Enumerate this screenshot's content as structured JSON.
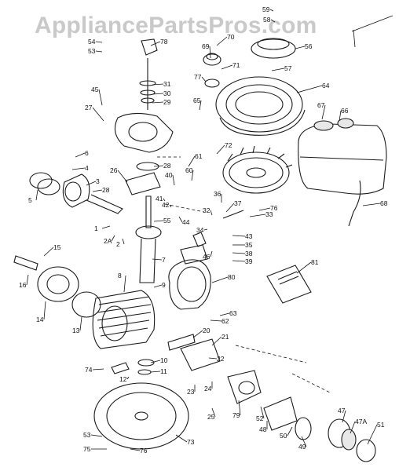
{
  "watermark": "AppliancePartsPros.com",
  "callouts": [
    {
      "id": "59",
      "label": "59"
    },
    {
      "id": "58",
      "label": "58"
    },
    {
      "id": "56",
      "label": "56"
    },
    {
      "id": "57",
      "label": "57"
    },
    {
      "id": "54",
      "label": "54"
    },
    {
      "id": "53a",
      "label": "53"
    },
    {
      "id": "78",
      "label": "78"
    },
    {
      "id": "69",
      "label": "69"
    },
    {
      "id": "70",
      "label": "70"
    },
    {
      "id": "71",
      "label": "71"
    },
    {
      "id": "77",
      "label": "77"
    },
    {
      "id": "31",
      "label": "31"
    },
    {
      "id": "30",
      "label": "30"
    },
    {
      "id": "29",
      "label": "29"
    },
    {
      "id": "45",
      "label": "45"
    },
    {
      "id": "27",
      "label": "27"
    },
    {
      "id": "64",
      "label": "64"
    },
    {
      "id": "65",
      "label": "65"
    },
    {
      "id": "67",
      "label": "67"
    },
    {
      "id": "66",
      "label": "66"
    },
    {
      "id": "72",
      "label": "72"
    },
    {
      "id": "6",
      "label": "6"
    },
    {
      "id": "4",
      "label": "4"
    },
    {
      "id": "28a",
      "label": "28"
    },
    {
      "id": "26",
      "label": "26"
    },
    {
      "id": "61",
      "label": "61"
    },
    {
      "id": "40",
      "label": "40"
    },
    {
      "id": "60",
      "label": "60"
    },
    {
      "id": "3",
      "label": "3"
    },
    {
      "id": "28b",
      "label": "28"
    },
    {
      "id": "5",
      "label": "5"
    },
    {
      "id": "36",
      "label": "36"
    },
    {
      "id": "41",
      "label": "41"
    },
    {
      "id": "42",
      "label": "42"
    },
    {
      "id": "37",
      "label": "37"
    },
    {
      "id": "32",
      "label": "32"
    },
    {
      "id": "33",
      "label": "33"
    },
    {
      "id": "76b",
      "label": "76"
    },
    {
      "id": "68",
      "label": "68"
    },
    {
      "id": "55",
      "label": "55"
    },
    {
      "id": "44",
      "label": "44"
    },
    {
      "id": "1",
      "label": "1"
    },
    {
      "id": "34",
      "label": "34"
    },
    {
      "id": "43",
      "label": "43"
    },
    {
      "id": "35",
      "label": "35"
    },
    {
      "id": "38",
      "label": "38"
    },
    {
      "id": "39",
      "label": "39"
    },
    {
      "id": "46",
      "label": "46"
    },
    {
      "id": "2A",
      "label": "2A"
    },
    {
      "id": "2",
      "label": "2"
    },
    {
      "id": "15",
      "label": "15"
    },
    {
      "id": "7",
      "label": "7"
    },
    {
      "id": "81",
      "label": "81"
    },
    {
      "id": "16",
      "label": "16"
    },
    {
      "id": "8",
      "label": "8"
    },
    {
      "id": "80",
      "label": "80"
    },
    {
      "id": "9",
      "label": "9"
    },
    {
      "id": "14",
      "label": "14"
    },
    {
      "id": "13",
      "label": "13"
    },
    {
      "id": "63",
      "label": "63"
    },
    {
      "id": "62",
      "label": "62"
    },
    {
      "id": "20",
      "label": "20"
    },
    {
      "id": "21",
      "label": "21"
    },
    {
      "id": "22",
      "label": "22"
    },
    {
      "id": "74",
      "label": "74"
    },
    {
      "id": "10",
      "label": "10"
    },
    {
      "id": "11",
      "label": "11"
    },
    {
      "id": "12",
      "label": "12"
    },
    {
      "id": "23",
      "label": "23"
    },
    {
      "id": "24",
      "label": "24"
    },
    {
      "id": "79",
      "label": "79"
    },
    {
      "id": "25",
      "label": "25"
    },
    {
      "id": "52",
      "label": "52"
    },
    {
      "id": "48",
      "label": "48"
    },
    {
      "id": "47",
      "label": "47"
    },
    {
      "id": "47A",
      "label": "47A"
    },
    {
      "id": "51",
      "label": "51"
    },
    {
      "id": "50",
      "label": "50"
    },
    {
      "id": "49",
      "label": "49"
    },
    {
      "id": "73",
      "label": "73"
    },
    {
      "id": "53b",
      "label": "53"
    },
    {
      "id": "75",
      "label": "75"
    },
    {
      "id": "76",
      "label": "76"
    }
  ]
}
